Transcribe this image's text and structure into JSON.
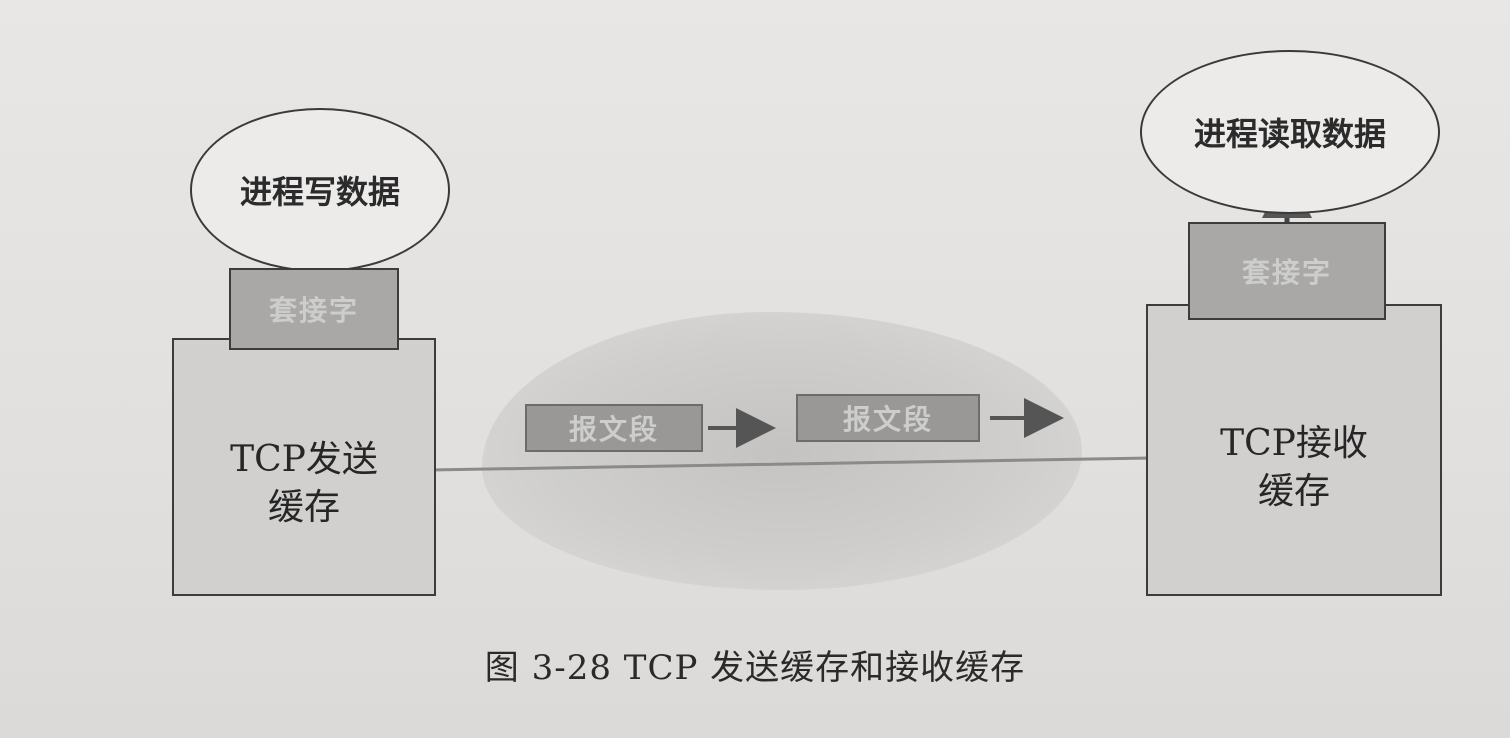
{
  "diagram": {
    "sender_process": "进程写数据",
    "sender_socket": "套接字",
    "sender_buffer": [
      "TCP发送",
      "缓存"
    ],
    "segments": [
      "报文段",
      "报文段"
    ],
    "receiver_process": "进程读取数据",
    "receiver_socket": "套接字",
    "receiver_buffer": [
      "TCP接收",
      "缓存"
    ]
  },
  "caption": "图 3-28    TCP 发送缓存和接收缓存",
  "colors": {
    "paper": "#e3e1df",
    "box_fill": "#d1d0cf",
    "socket_fill": "#a9a8a7",
    "cloud_fill": "#c4c3c2",
    "ink": "#2a2a2a"
  }
}
